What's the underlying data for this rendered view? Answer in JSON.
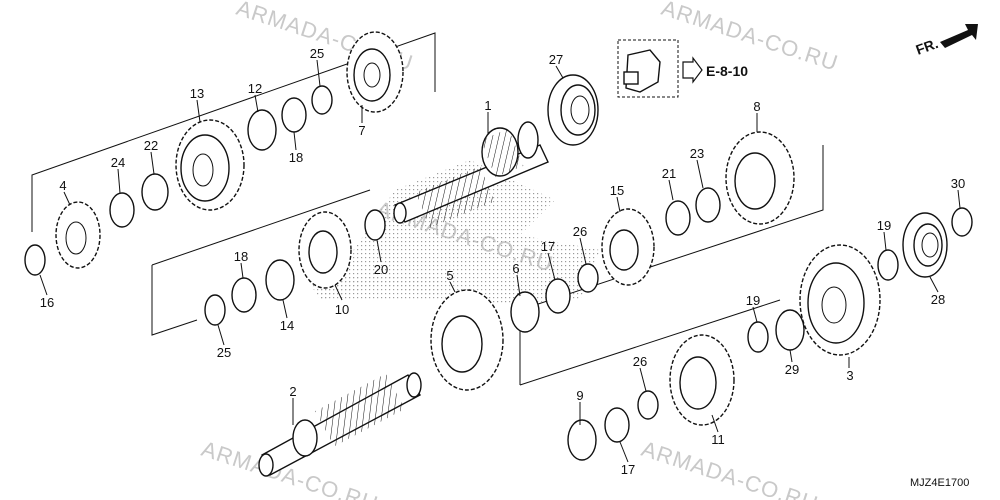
{
  "watermark": "ARMADA-CO.RU",
  "reference": "E-8-10",
  "direction": "FR.",
  "diagram_code": "MJZ4E1700",
  "callouts": [
    {
      "id": "c1",
      "text": "1"
    },
    {
      "id": "c2",
      "text": "2"
    },
    {
      "id": "c3",
      "text": "3"
    },
    {
      "id": "c4",
      "text": "4"
    },
    {
      "id": "c5",
      "text": "5"
    },
    {
      "id": "c6",
      "text": "6"
    },
    {
      "id": "c7",
      "text": "7"
    },
    {
      "id": "c8",
      "text": "8"
    },
    {
      "id": "c9",
      "text": "9"
    },
    {
      "id": "c10",
      "text": "10"
    },
    {
      "id": "c11",
      "text": "11"
    },
    {
      "id": "c12",
      "text": "12"
    },
    {
      "id": "c13",
      "text": "13"
    },
    {
      "id": "c14",
      "text": "14"
    },
    {
      "id": "c15",
      "text": "15"
    },
    {
      "id": "c16",
      "text": "16"
    },
    {
      "id": "c17a",
      "text": "17"
    },
    {
      "id": "c17b",
      "text": "17"
    },
    {
      "id": "c18a",
      "text": "18"
    },
    {
      "id": "c18b",
      "text": "18"
    },
    {
      "id": "c19a",
      "text": "19"
    },
    {
      "id": "c19b",
      "text": "19"
    },
    {
      "id": "c20",
      "text": "20"
    },
    {
      "id": "c21",
      "text": "21"
    },
    {
      "id": "c22",
      "text": "22"
    },
    {
      "id": "c23",
      "text": "23"
    },
    {
      "id": "c24",
      "text": "24"
    },
    {
      "id": "c25a",
      "text": "25"
    },
    {
      "id": "c25b",
      "text": "25"
    },
    {
      "id": "c26a",
      "text": "26"
    },
    {
      "id": "c26b",
      "text": "26"
    },
    {
      "id": "c27",
      "text": "27"
    },
    {
      "id": "c28",
      "text": "28"
    },
    {
      "id": "c29",
      "text": "29"
    },
    {
      "id": "c30",
      "text": "30"
    }
  ]
}
